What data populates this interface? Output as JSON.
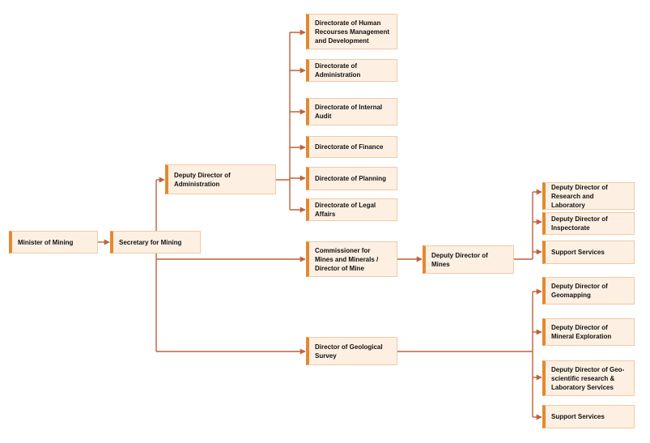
{
  "colors": {
    "connector": "#c0603a",
    "box_fill": "#fdf0e3",
    "box_border": "#f2c9a2",
    "box_accent": "#e3892f"
  },
  "nodes": {
    "minister": "Minister of Mining",
    "secretary": "Secretary for Mining",
    "deputy_admin": "Deputy Director of\nAdministration",
    "commissioner": "Commissioner for\nMines and Minerals /\nDirector of Mine",
    "geo_survey": "Director of Geological\nSurvey",
    "dir_hr": "Directorate of Human\nRecourses Management\nand Development",
    "dir_admin": "Directorate of\nAdministration",
    "dir_audit": "Directorate of Internal\nAudit",
    "dir_finance": "Directorate of Finance",
    "dir_planning": "Directorate of Planning",
    "dir_legal": "Directorate of Legal\nAffairs",
    "deputy_mines": "Deputy Director of\nMines",
    "dd_research": "Deputy Director of\nResearch and\nLaboratory",
    "dd_inspectorate": "Deputy Director of\nInspectorate",
    "support_mines": "Support Services",
    "dd_geomapping": "Deputy Director of\nGeomapping",
    "dd_exploration": "Deputy Director of\nMineral Exploration",
    "dd_geoscientific": "Deputy Director of Geo-\nscientific research &\nLaboratory Services",
    "support_geo": "Support Services"
  }
}
